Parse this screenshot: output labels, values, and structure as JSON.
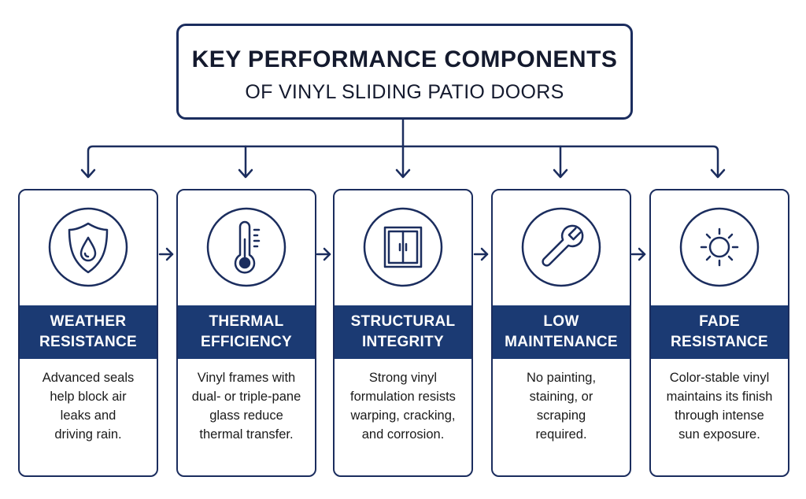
{
  "title": {
    "line1": "KEY PERFORMANCE COMPONENTS",
    "line2": "OF VINYL SLIDING PATIO DOORS"
  },
  "colors": {
    "navy": "#1b2d5e",
    "band": "#1b3a73",
    "background": "#ffffff"
  },
  "cards": [
    {
      "icon": "shield-water-drop-icon",
      "heading_line1": "WEATHER",
      "heading_line2": "RESISTANCE",
      "description": "Advanced seals\nhelp block air\nleaks and\ndriving rain."
    },
    {
      "icon": "thermometer-icon",
      "heading_line1": "THERMAL",
      "heading_line2": "EFFICIENCY",
      "description": "Vinyl frames with\ndual- or triple-pane\nglass reduce\nthermal transfer."
    },
    {
      "icon": "window-frame-icon",
      "heading_line1": "STRUCTURAL",
      "heading_line2": "INTEGRITY",
      "description": "Strong vinyl\nformulation resists\nwarping, cracking,\nand corrosion."
    },
    {
      "icon": "wrench-icon",
      "heading_line1": "LOW",
      "heading_line2": "MAINTENANCE",
      "description": "No painting,\nstaining, or\nscraping\nrequired."
    },
    {
      "icon": "sun-icon",
      "heading_line1": "FADE",
      "heading_line2": "RESISTANCE",
      "description": "Color-stable vinyl\nmaintains its finish\nthrough intense\nsun exposure."
    }
  ]
}
